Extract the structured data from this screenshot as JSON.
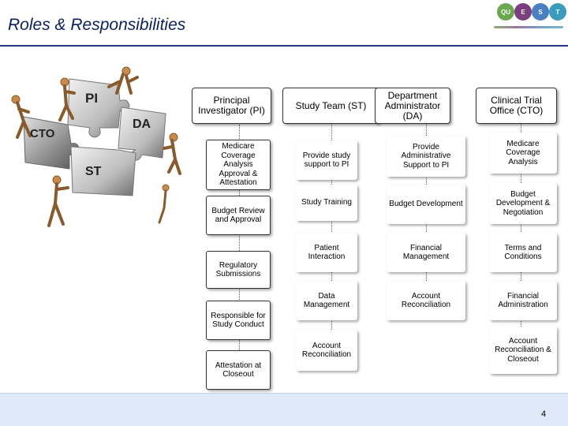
{
  "slide": {
    "title": "Roles & Responsibilities",
    "page_number": "4"
  },
  "logo": {
    "letters": [
      "QU",
      "E",
      "S",
      "T"
    ],
    "colors": [
      "#6aa84f",
      "#7b3f7f",
      "#4a7fc1",
      "#3a9bbd"
    ]
  },
  "puzzle": {
    "labels": [
      "PI",
      "DA",
      "CTO",
      "ST"
    ]
  },
  "columns": [
    {
      "header": "Principal Investigator (PI)",
      "items": [
        "Medicare Coverage Analysis Approval & Attestation",
        "Budget Review and Approval",
        "Regulatory Submissions",
        "Responsible for Study Conduct",
        "Attestation at Closeout"
      ]
    },
    {
      "header": "Study Team (ST)",
      "items": [
        "Provide study support to PI",
        "Study Training",
        "Patient Interaction",
        "Data Management",
        "Account Reconciliation"
      ]
    },
    {
      "header": "Department Administrator (DA)",
      "items": [
        "Provide Administrative Support to PI",
        "Budget Development",
        "Financial Management",
        "Account Reconciliation"
      ]
    },
    {
      "header": "Clinical Trial Office (CTO)",
      "items": [
        "Medicare Coverage Analysis",
        "Budget Development & Negotiation",
        "Terms and Conditions",
        "Financial Administration",
        "Account Reconciliation & Closeout"
      ]
    }
  ]
}
